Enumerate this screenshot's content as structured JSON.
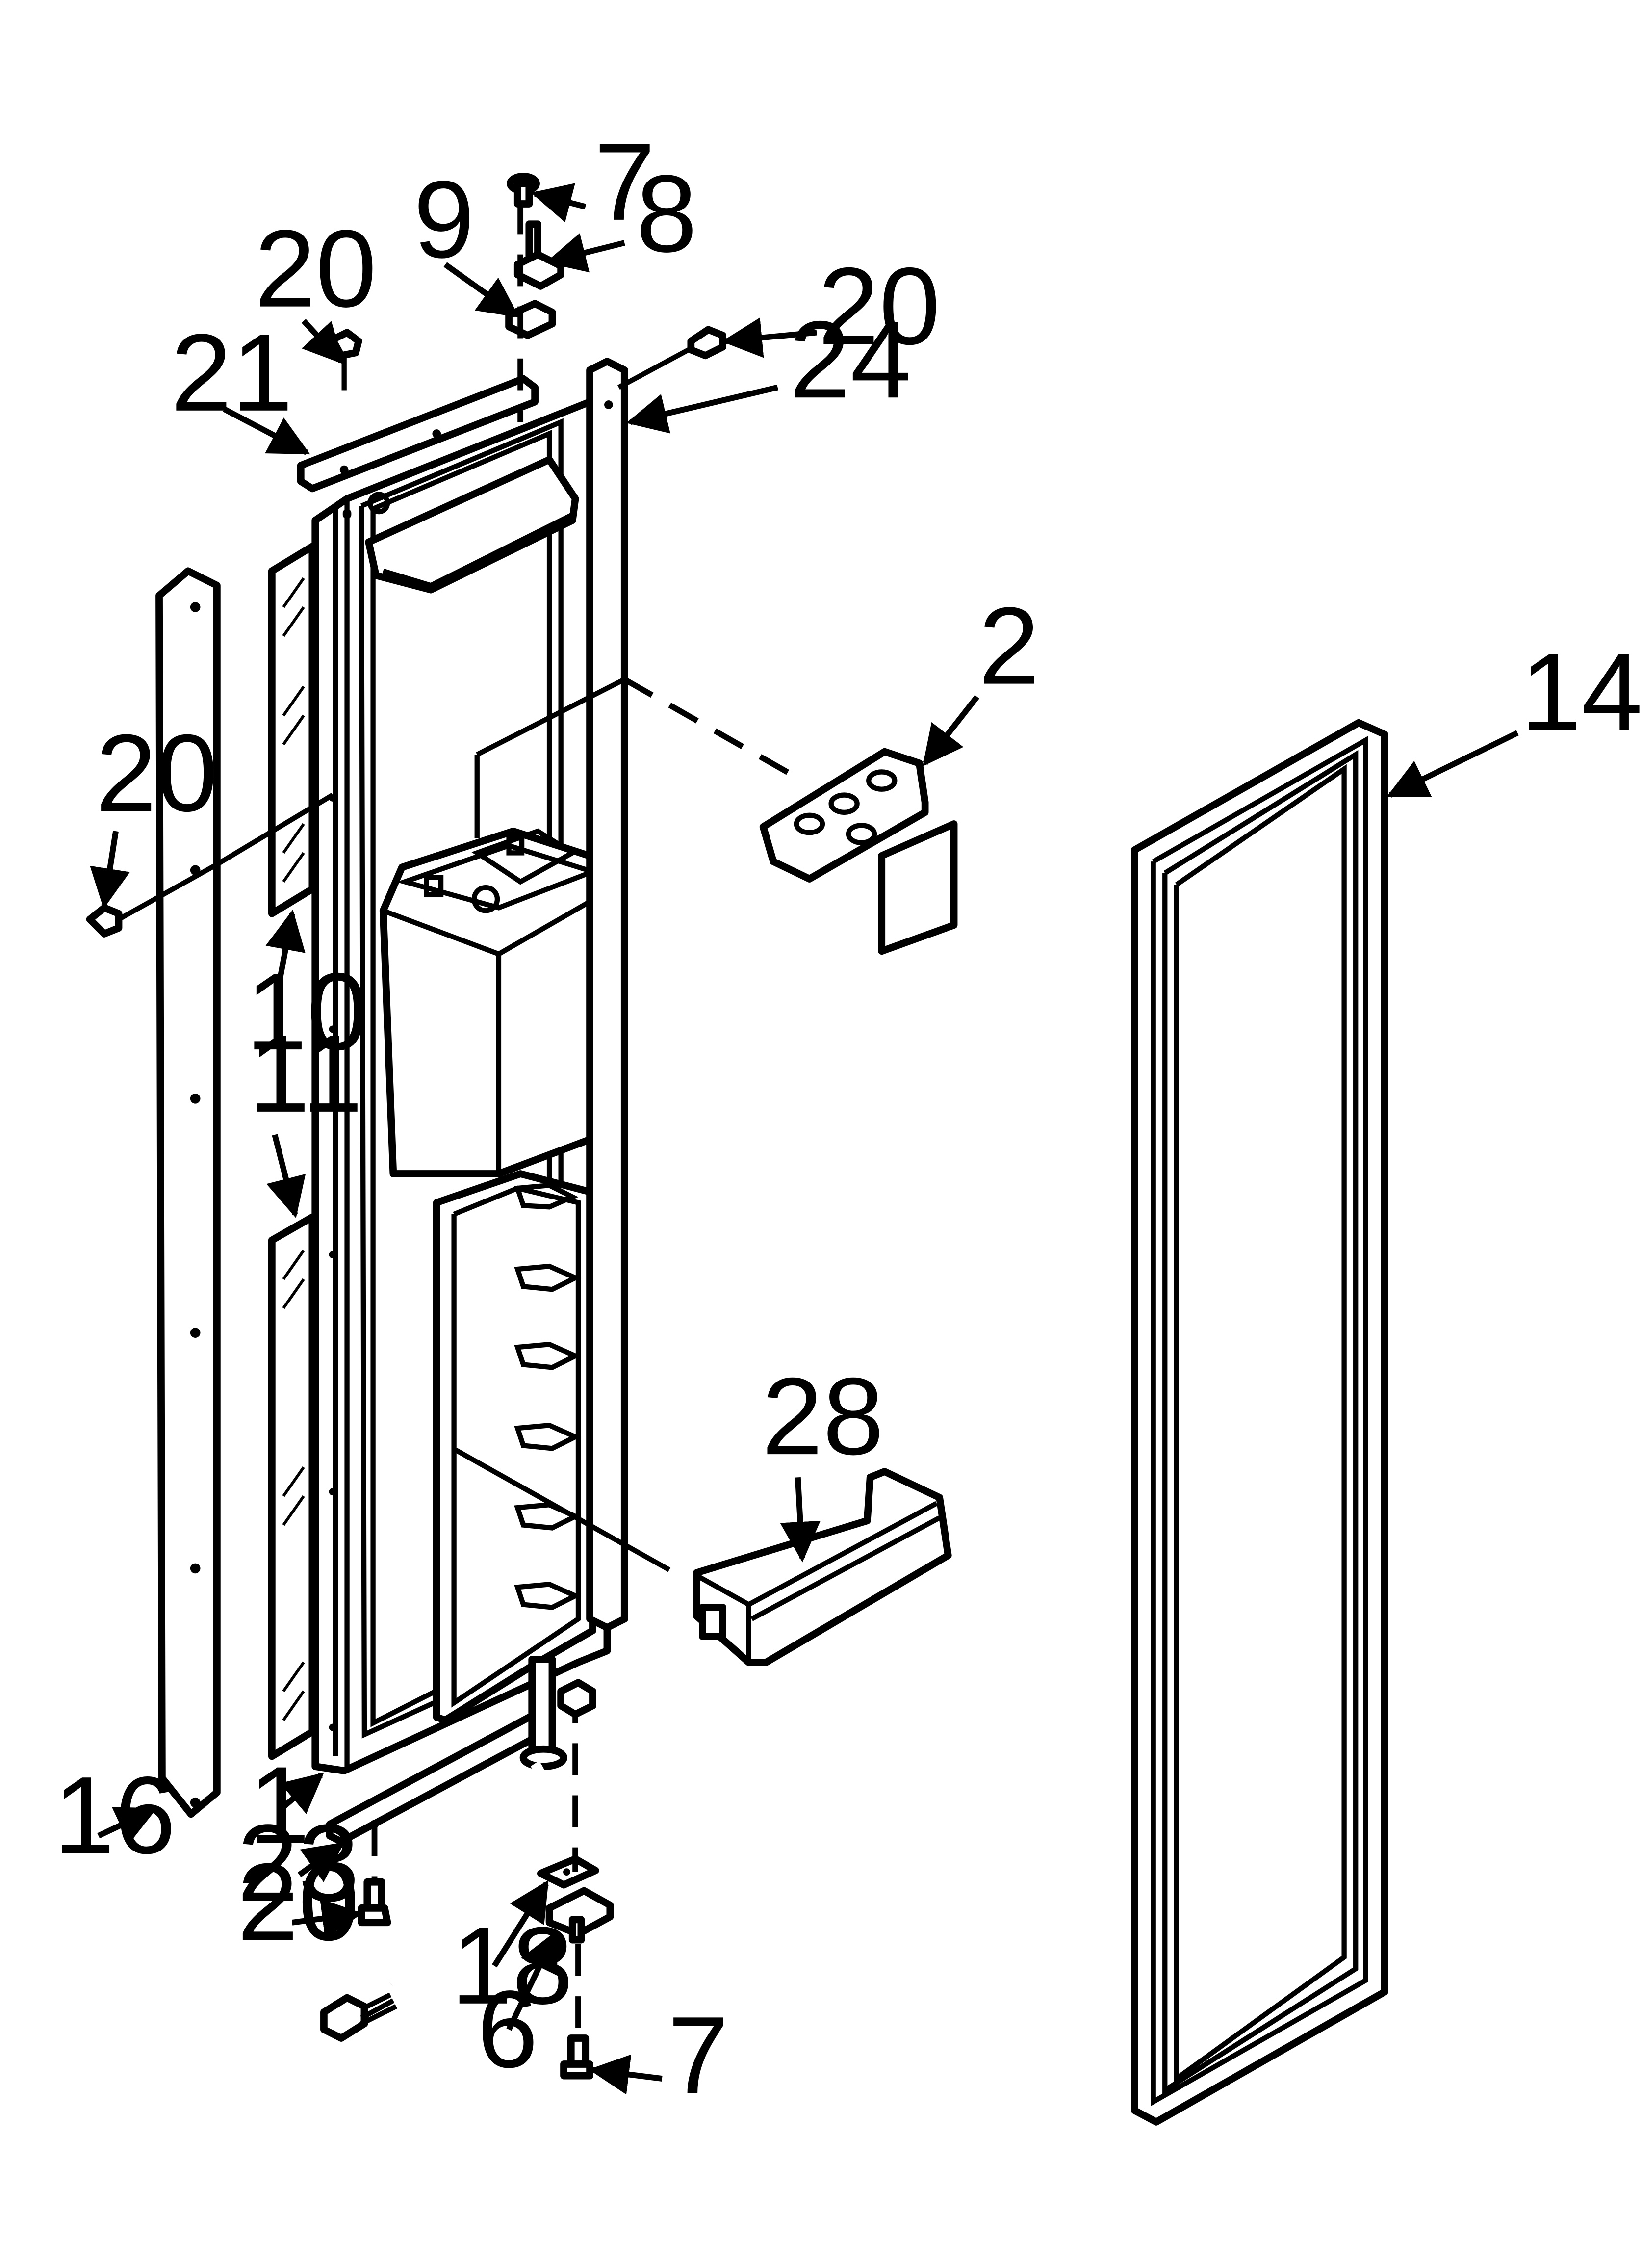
{
  "diagram": {
    "callouts": [
      {
        "id": "c7-top",
        "text": "7"
      },
      {
        "id": "c8",
        "text": "8"
      },
      {
        "id": "c9",
        "text": "9"
      },
      {
        "id": "c20-topleft",
        "text": "20"
      },
      {
        "id": "c20-topright",
        "text": "20"
      },
      {
        "id": "c24",
        "text": "24"
      },
      {
        "id": "c21",
        "text": "21"
      },
      {
        "id": "c2",
        "text": "2"
      },
      {
        "id": "c14",
        "text": "14"
      },
      {
        "id": "c20-left",
        "text": "20"
      },
      {
        "id": "c10",
        "text": "10"
      },
      {
        "id": "c11",
        "text": "11"
      },
      {
        "id": "c28",
        "text": "28"
      },
      {
        "id": "c16",
        "text": "16"
      },
      {
        "id": "c1",
        "text": "1"
      },
      {
        "id": "c23",
        "text": "23"
      },
      {
        "id": "c20-bottom",
        "text": "20"
      },
      {
        "id": "c18",
        "text": "18"
      },
      {
        "id": "c6",
        "text": "6"
      },
      {
        "id": "c7-bottom",
        "text": "7"
      }
    ]
  }
}
